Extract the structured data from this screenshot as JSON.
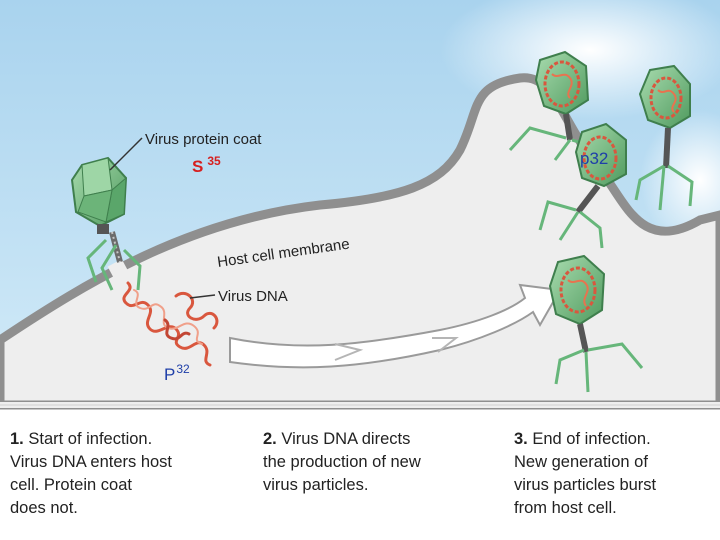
{
  "labels": {
    "protein_coat": "Virus protein coat",
    "s_letter": "S",
    "s_sup": "35",
    "membrane": "Host cell membrane",
    "virus_dna": "Virus DNA",
    "p_letter": "P",
    "p_sup": "32",
    "p32_on_phage": "p32"
  },
  "steps": [
    {
      "num": "1.",
      "lines": [
        "Start of infection.",
        "Virus DNA enters host",
        "cell. Protein coat",
        "does not."
      ]
    },
    {
      "num": "2.",
      "lines": [
        "Virus DNA directs",
        "the production of new",
        "virus particles."
      ]
    },
    {
      "num": "3.",
      "lines": [
        "End of infection.",
        "New generation of",
        "virus particles burst",
        "from host cell."
      ]
    }
  ],
  "colors": {
    "background_blue": "#b9dcf1",
    "cell_fill": "#eeeeee",
    "membrane": "#8a8a8a",
    "capsid": "#7fc08a",
    "dna": "#d9573e",
    "sulfur_red": "#d62020",
    "phosphorus_blue": "#1f3fa8"
  }
}
